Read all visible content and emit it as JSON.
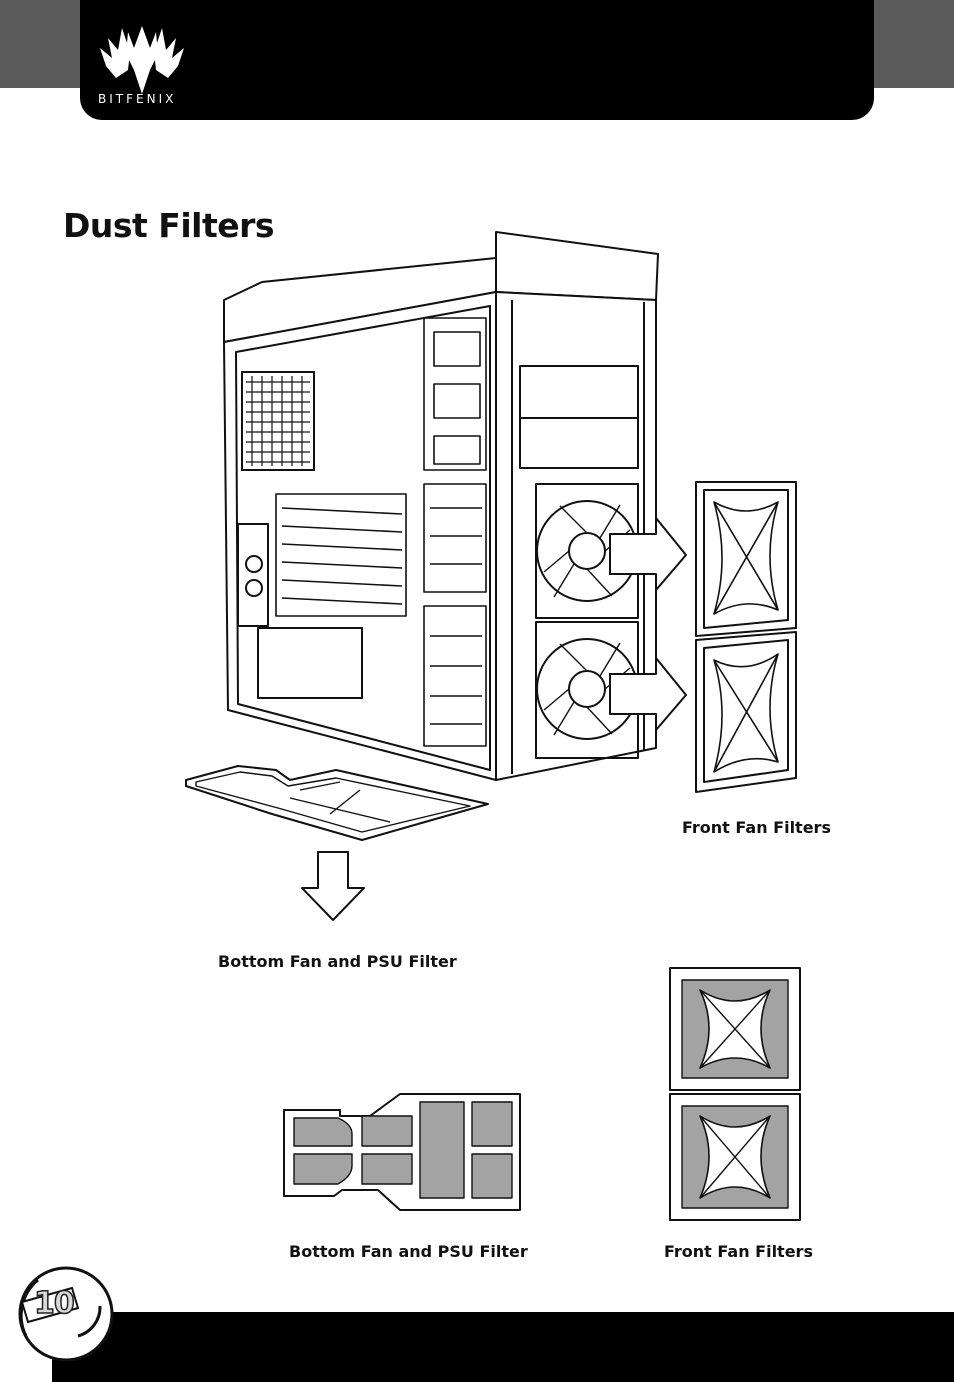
{
  "brand": {
    "logo_text": "BITFENIX",
    "logo_icon": "bitfenix-wings-logo"
  },
  "page": {
    "title": "Dust Filters",
    "number": "10"
  },
  "captions": {
    "front_top": "Front Fan Filters",
    "bottom_top": "Bottom Fan and PSU Filter",
    "bottom_bottom": "Bottom Fan and PSU Filter",
    "front_bottom": "Front Fan Filters"
  },
  "colors": {
    "header": "#000000",
    "corner_tab": "#5b5b5b",
    "filter_mesh": "#a3a3a3",
    "line": "#111111"
  }
}
